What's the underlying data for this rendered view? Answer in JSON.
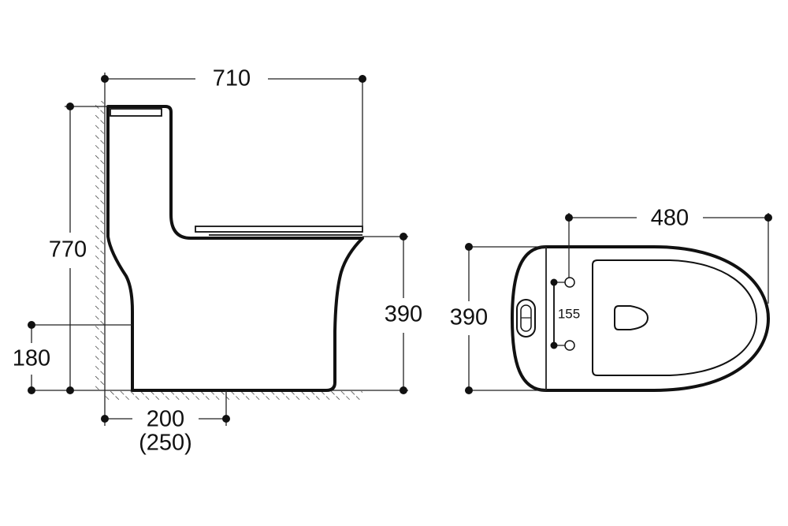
{
  "side_view": {
    "overall_length": "710",
    "overall_height": "770",
    "inlet_height": "180",
    "seat_height": "390",
    "rough_in": "200",
    "rough_in_alt": "(250)"
  },
  "top_view": {
    "overall_width": "480",
    "depth": "390",
    "bolt_spacing": "155"
  }
}
